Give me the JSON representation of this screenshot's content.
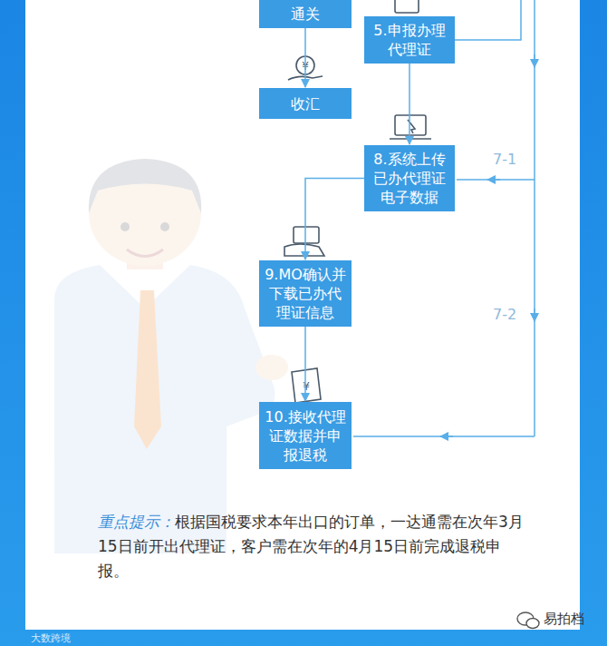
{
  "diagram": {
    "nodes": [
      {
        "text": [
          "通关"
        ]
      },
      {
        "text": [
          "5.申报办理代理证"
        ]
      },
      {
        "text": [
          "收汇"
        ]
      },
      {
        "text": [
          "8.系统上传已办代理证电子数据"
        ]
      },
      {
        "text": [
          "9.MO确认并下载已办代理证信息"
        ]
      },
      {
        "text": [
          "10.接收代理证数据并申报退税"
        ]
      }
    ],
    "edges": [
      {
        "from": 0,
        "to": 2,
        "arrow": "to"
      },
      {
        "from": 1,
        "to": 3,
        "arrow": "to"
      },
      {
        "from": 3,
        "to": 4,
        "arrow": "to"
      },
      {
        "from": 4,
        "to": 5,
        "arrow": "to"
      }
    ],
    "labels": [
      "7-1",
      "7-2",
      "重点提示：",
      "根据国税要求本年出口的订单，一达通需在次年3月15日前开出代理证，客户需在次年的4月15日前完成退税申报。",
      "易拍档",
      "大数跨境"
    ]
  }
}
